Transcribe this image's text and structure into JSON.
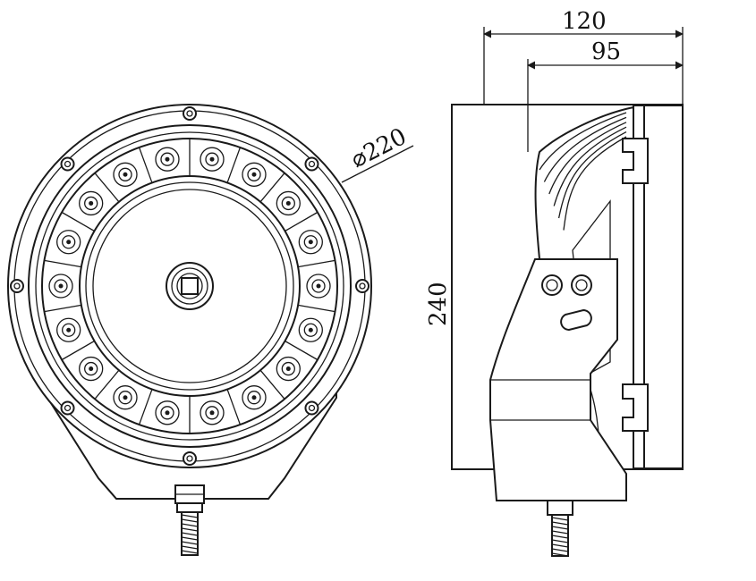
{
  "dimensions": {
    "diameter_label": "⌀220",
    "overall_depth_label": "120",
    "body_depth_label": "95",
    "height_label": "240"
  },
  "views": {
    "front": {
      "outer_bolts": 8,
      "led_modules": 18
    },
    "side": {}
  },
  "colors": {
    "line": "#1a1a1a",
    "background": "#ffffff"
  }
}
